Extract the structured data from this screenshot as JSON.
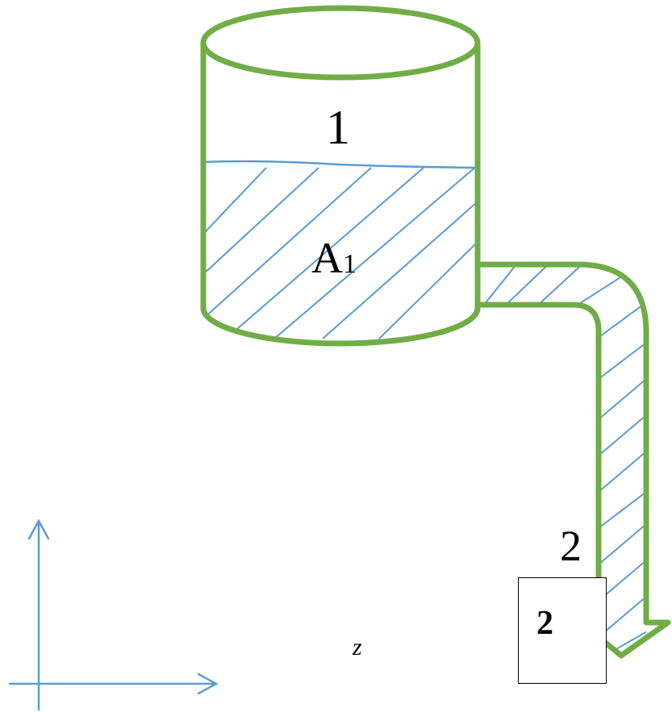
{
  "diagram": {
    "labels": {
      "surface_section": "1",
      "area_main": "A",
      "area_sub": "1",
      "outlet_section": "2",
      "box_label": "2",
      "axis_var": "z"
    },
    "colors": {
      "outline": "#70ad47",
      "hatch": "#5b9bd5",
      "axis": "#5b9bd5",
      "text": "#000000"
    }
  }
}
